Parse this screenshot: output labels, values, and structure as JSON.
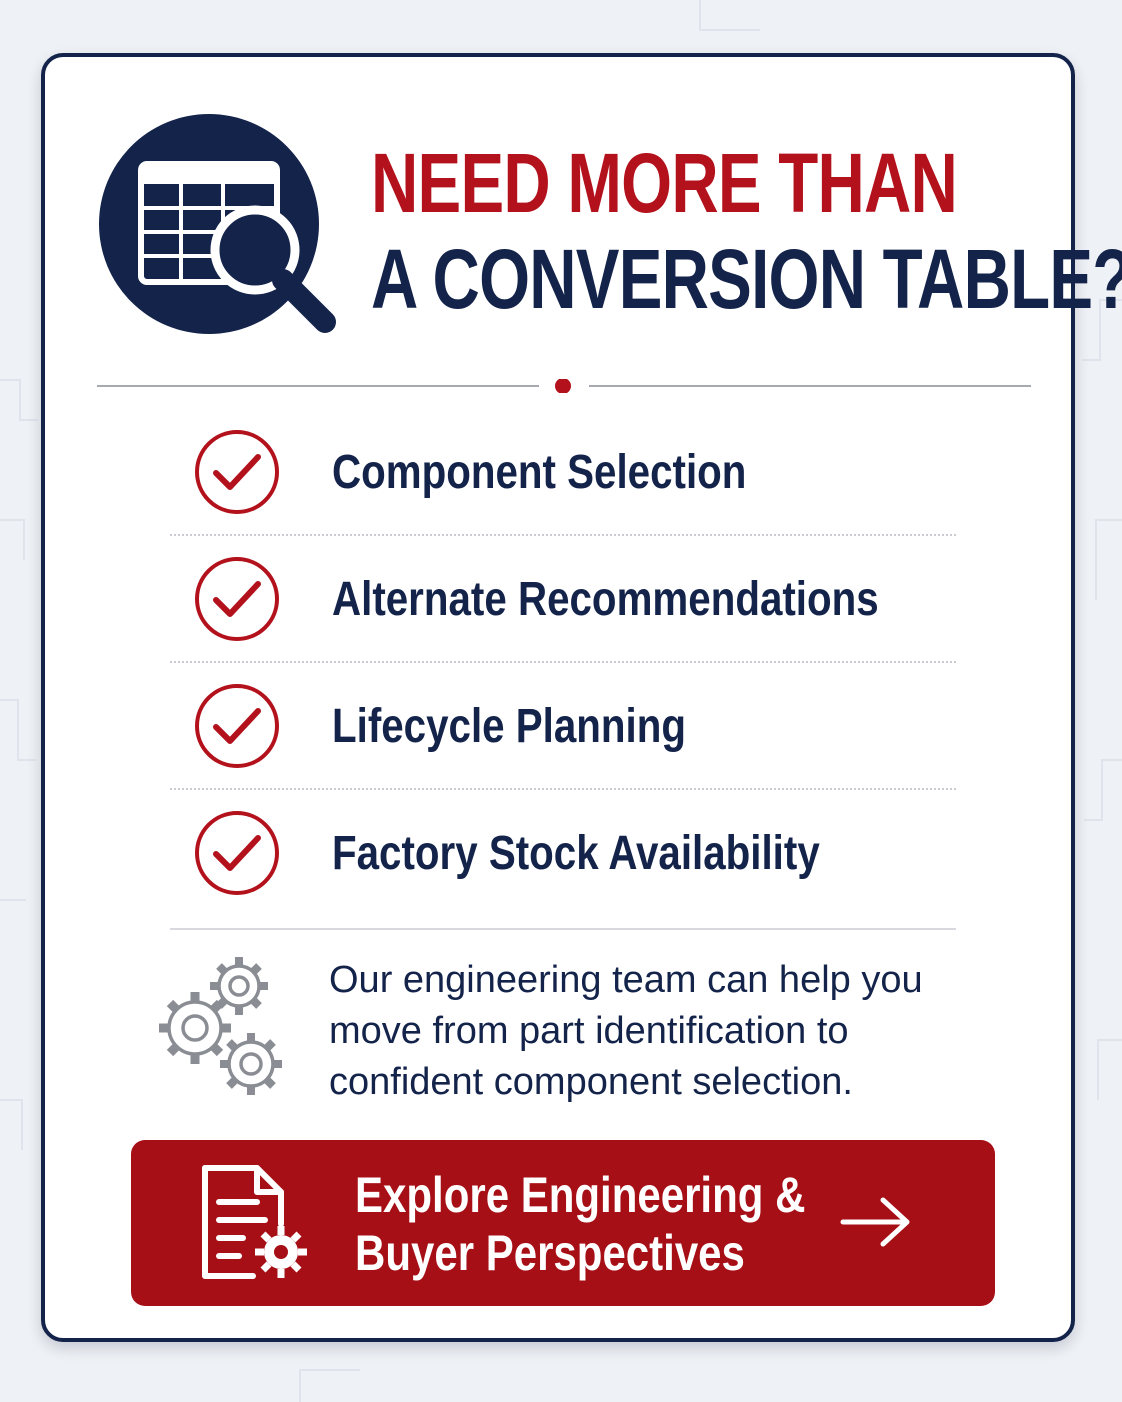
{
  "title": {
    "line1": "NEED MORE THAN",
    "line2": "A CONVERSION TABLE?"
  },
  "features": [
    {
      "label": "Component Selection"
    },
    {
      "label": "Alternate Recommendations"
    },
    {
      "label": "Lifecycle Planning"
    },
    {
      "label": "Factory Stock Availability"
    }
  ],
  "description": "Our engineering team can help you move from part identification to confident component selection.",
  "cta": {
    "line1": "Explore Engineering &",
    "line2": "Buyer Perspectives"
  },
  "icons": {
    "header": "table-search-icon",
    "feature": "check-circle-icon",
    "description": "gears-icon",
    "cta_leading": "document-gear-icon",
    "cta_trailing": "arrow-right-icon"
  },
  "colors": {
    "brand_red": "#b3121c",
    "button_red": "#a70f16",
    "navy": "#13234a",
    "background": "#eef1f5",
    "card": "#ffffff"
  }
}
